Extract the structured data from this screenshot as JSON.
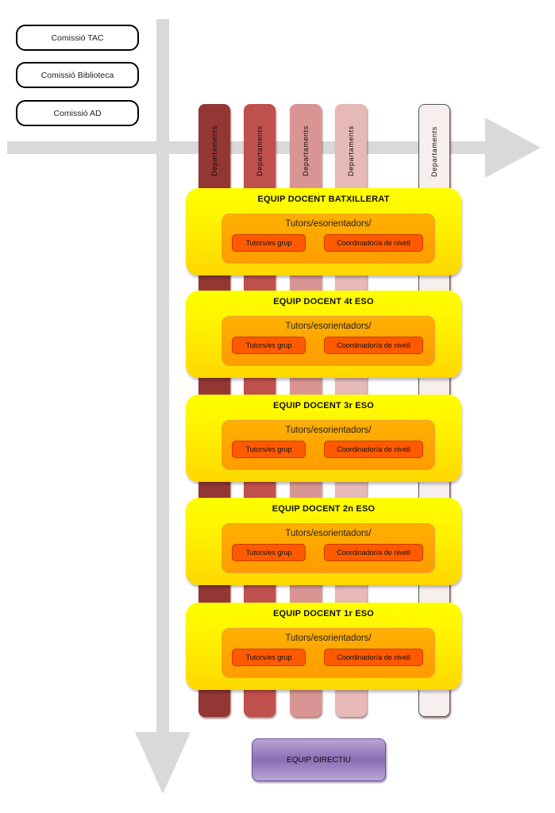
{
  "comissions": [
    {
      "label": "Comissió TAC"
    },
    {
      "label": "Comissió Biblioteca"
    },
    {
      "label": "Comissió AD"
    }
  ],
  "departments": [
    {
      "label": "Departaments",
      "color": "#943634"
    },
    {
      "label": "Departaments",
      "color": "#c0504d"
    },
    {
      "label": "Departaments",
      "color": "#d99594"
    },
    {
      "label": "Departaments",
      "color": "#e6b9b8"
    },
    {
      "label": "Departaments",
      "color": "#f7eeee"
    }
  ],
  "teams": [
    {
      "title": "EQUIP DOCENT BATXILLERAT",
      "subtitle": "Tutors/esorientadors/",
      "chip_a": "Tutors/es grup",
      "chip_b": "Coordinador/a de nivell"
    },
    {
      "title": "EQUIP DOCENT 4t ESO",
      "subtitle": "Tutors/esorientadors/",
      "chip_a": "Tutors/es grup",
      "chip_b": "Coordinador/a de nivell"
    },
    {
      "title": "EQUIP DOCENT 3r ESO",
      "subtitle": "Tutors/esorientadors/",
      "chip_a": "Tutors/es grup",
      "chip_b": "Coordinador/a de nivell"
    },
    {
      "title": "EQUIP DOCENT 2n ESO",
      "subtitle": "Tutors/esorientadors/",
      "chip_a": "Tutors/es grup",
      "chip_b": "Coordinador/a de nivell"
    },
    {
      "title": "EQUIP DOCENT 1r ESO",
      "subtitle": "Tutors/esorientadors/",
      "chip_a": "Tutors/es grup",
      "chip_b": "Coordinador/a de nivell"
    }
  ],
  "directive": {
    "label": "EQUIP DIRECTIU"
  },
  "colors": {
    "arrow": "#d9d9d9",
    "team": "#ffff00",
    "inner": "#ffa500",
    "chip": "#ff5a00",
    "directive": "#8a6db4"
  }
}
